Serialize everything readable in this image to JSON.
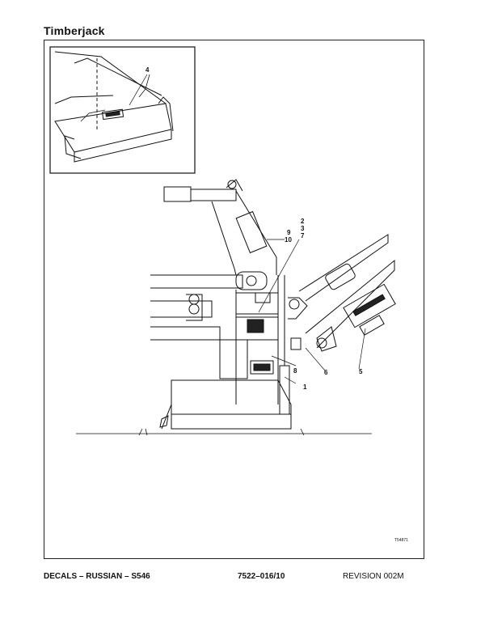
{
  "header": {
    "brand": "Timberjack"
  },
  "figure": {
    "callouts": [
      "1",
      "2",
      "3",
      "4",
      "5",
      "6",
      "7",
      "8",
      "9",
      "10"
    ],
    "figure_id": "T54871"
  },
  "footer": {
    "title": "DECALS – RUSSIAN – S546",
    "part_number": "7522–016/10",
    "revision": "REVISION 002M"
  }
}
